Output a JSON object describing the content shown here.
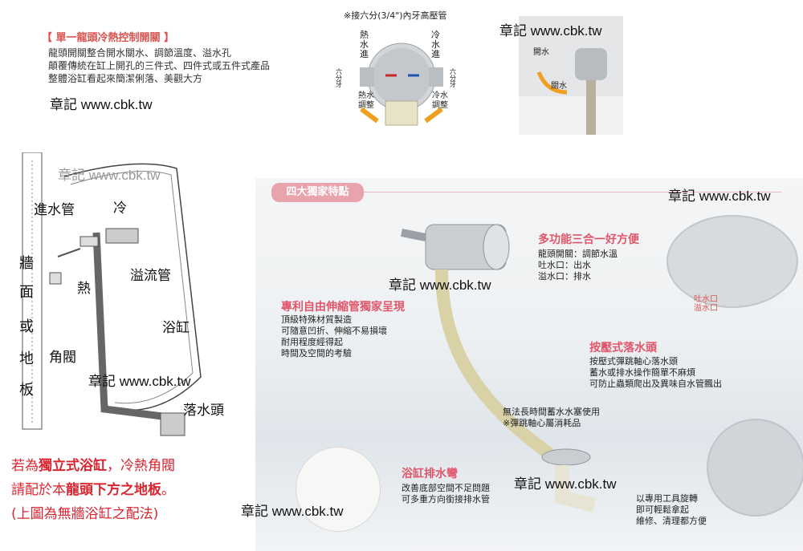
{
  "watermark": "章記 www.cbk.tw",
  "intro": {
    "heading": "【 單一龍頭冷熱控制開關 】",
    "lines": [
      "龍頭開關整合開水關水、調節溫度、溢水孔",
      "顛覆傳統在缸上開孔的三件式、四件式或五件式產品",
      "整體浴缸看起來簡潔俐落、美觀大方"
    ]
  },
  "valve_diagram": {
    "note": "※接六分(3/4\")內牙高壓管",
    "hot_in": "熱水進",
    "cold_in": "冷水進",
    "hot_adj": "熱水調整",
    "cold_adj": "冷水調整",
    "thread_left": "六分牙",
    "thread_right": "六分牙"
  },
  "switch_photo": {
    "open": "開水",
    "close": "關水"
  },
  "install": {
    "water_pipe": "進水管",
    "cold": "冷",
    "wall": [
      "牆",
      "面",
      "或",
      "地",
      "板"
    ],
    "hot": "熱",
    "overflow": "溢流管",
    "tub": "浴缸",
    "angle_valve": "角閥",
    "drain_head": "落水頭"
  },
  "bottom_note": {
    "line1_a": "若為",
    "line1_b": "獨立式浴缸",
    "line1_c": "，冷熱角閥",
    "line2_a": "請配於本",
    "line2_b": "龍頭下方之地板",
    "line2_c": "。",
    "line3": "(上圖為無牆浴缸之配法)"
  },
  "features": {
    "tag": "四大獨家特點",
    "f1": {
      "title": "多功能三合一好方便",
      "body": "龍頭開關：調節水溫\n吐水口：出水\n溢水口：排水"
    },
    "f2": {
      "title": "專利自由伸縮管獨家呈現",
      "body": "頂級特殊材質製造\n可隨意凹折、伸縮不易損壞\n耐用程度經得起\n時間及空間的考驗"
    },
    "f3": {
      "title": "按壓式落水頭",
      "body": "按壓式彈跳軸心落水頭\n蓄水或排水操作簡單不麻煩\n可防止蟲類爬出及異味自水管飄出"
    },
    "f4": {
      "title": "浴缸排水彎",
      "body": "改善底部空間不足問題\n可多重方向銜接排水管"
    },
    "note": "無法長時間蓄水水塞使用\n※彈跳軸心屬消耗品",
    "tool": "以專用工具旋轉\n即可輕鬆拿起\n維修、清理都方便",
    "spout_lbl": "吐水口",
    "overflow_lbl": "溢水口"
  },
  "colors": {
    "accent": "#e2566a",
    "red": "#d9252f",
    "tag": "#e9a3ad"
  }
}
